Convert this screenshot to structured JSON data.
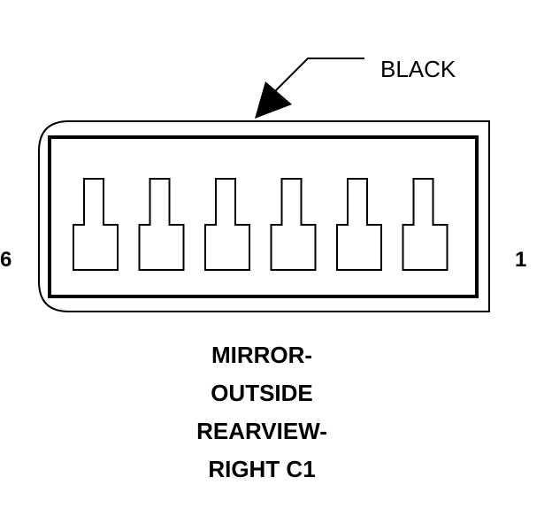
{
  "callout": {
    "label": "BLACK"
  },
  "pins": {
    "left_label": "6",
    "right_label": "1",
    "count": 6
  },
  "title": {
    "lines": [
      "MIRROR-",
      "OUTSIDE",
      "REARVIEW-",
      "RIGHT C1"
    ]
  },
  "colors": {
    "stroke": "#000000",
    "background": "#ffffff"
  }
}
